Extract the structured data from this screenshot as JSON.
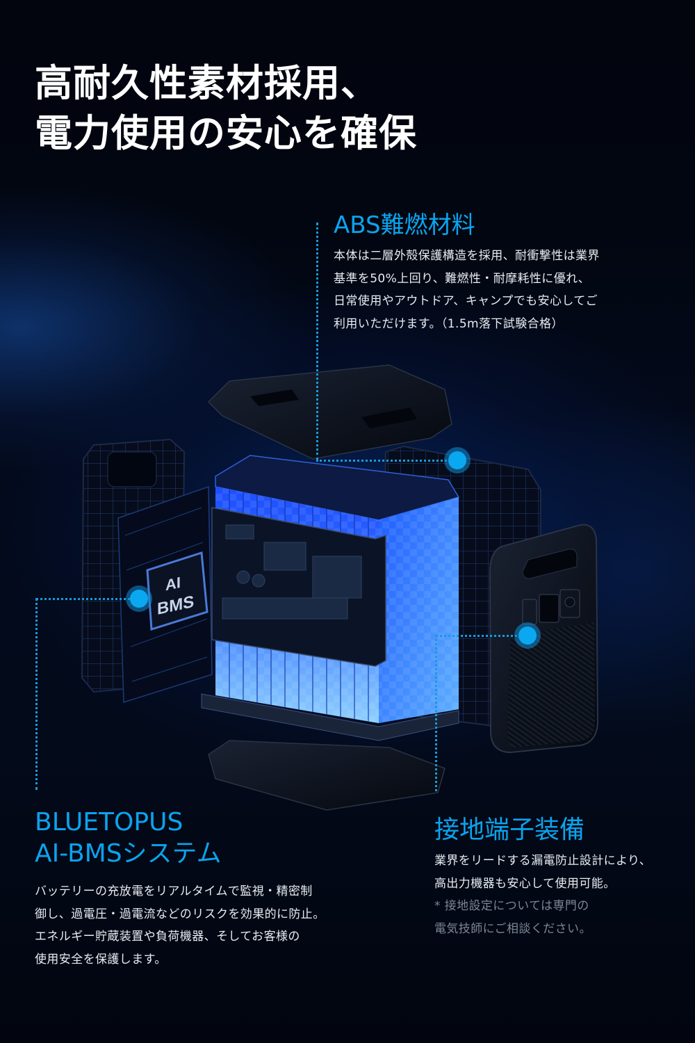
{
  "headline": {
    "line1": "高耐久性素材採用、",
    "line2": "電力使用の安心を確保"
  },
  "features": {
    "abs": {
      "title": "ABS難燃材料",
      "lines": [
        "本体は二層外殻保護構造を採用、耐衝撃性は業界",
        "基準を50%上回り、難燃性・耐摩耗性に優れ、",
        "日常使用やアウトドア、キャンプでも安心してご",
        "利用いただけます。（1.5m落下試験合格）"
      ]
    },
    "bms": {
      "title_line1": "BLUETOPUS",
      "title_line2": "AI-BMSシステム",
      "lines": [
        "バッテリーの充放電をリアルタイムで監視・精密制",
        "御し、過電圧・過電流などのリスクを効果的に防止。",
        "エネルギー貯蔵装置や負荷機器、そしてお客様の",
        "使用安全を保護します。"
      ]
    },
    "ground": {
      "title": "接地端子装備",
      "lines": [
        "業界をリードする漏電防止設計により、",
        "高出力機器も安心して使用可能。"
      ],
      "note_lines": [
        "* 接地設定については専門の",
        "電気技師にご相談ください。"
      ]
    }
  },
  "illustration": {
    "chip_label_line1": "AI",
    "chip_label_line2": "BMS"
  },
  "colors": {
    "accent": "#0aa4ee",
    "background": "#02040e",
    "body_text": "#e8ecf2",
    "note_text": "#7d8594"
  }
}
